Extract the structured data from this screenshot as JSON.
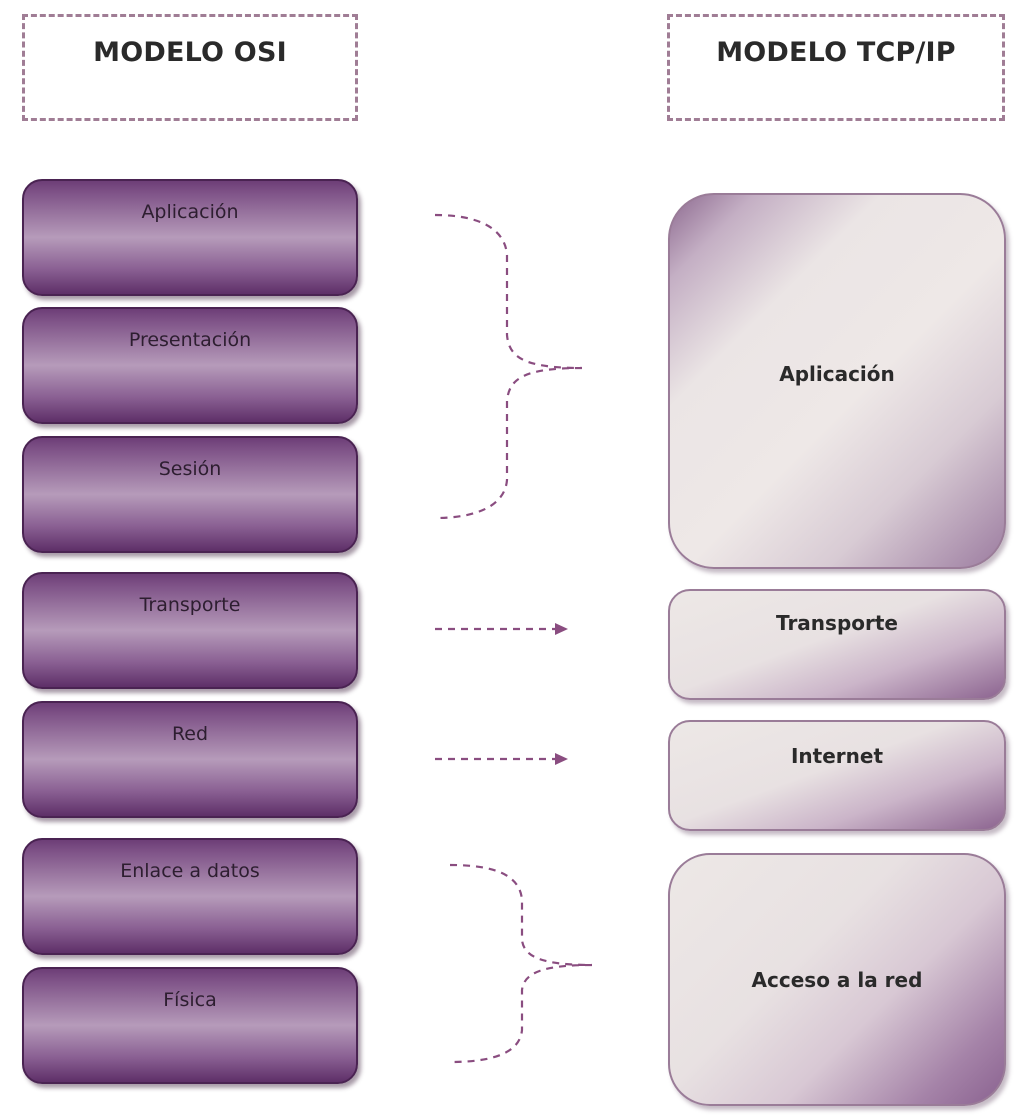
{
  "osi": {
    "header": "MODELO OSI",
    "layers": [
      {
        "label": "Aplicación"
      },
      {
        "label": "Presentación"
      },
      {
        "label": "Sesión"
      },
      {
        "label": "Transporte"
      },
      {
        "label": "Red"
      },
      {
        "label": "Enlace a datos"
      },
      {
        "label": "Física"
      }
    ]
  },
  "tcpip": {
    "header": "MODELO TCP/IP",
    "layers": [
      {
        "label": "Aplicación"
      },
      {
        "label": "Transporte"
      },
      {
        "label": "Internet"
      },
      {
        "label": "Acceso a la red"
      }
    ]
  },
  "colors": {
    "osi_layer": "#7e5287",
    "tcp_layer": "#ebe5e4",
    "connector": "#8a4d80",
    "header_border": "#a07d95"
  }
}
